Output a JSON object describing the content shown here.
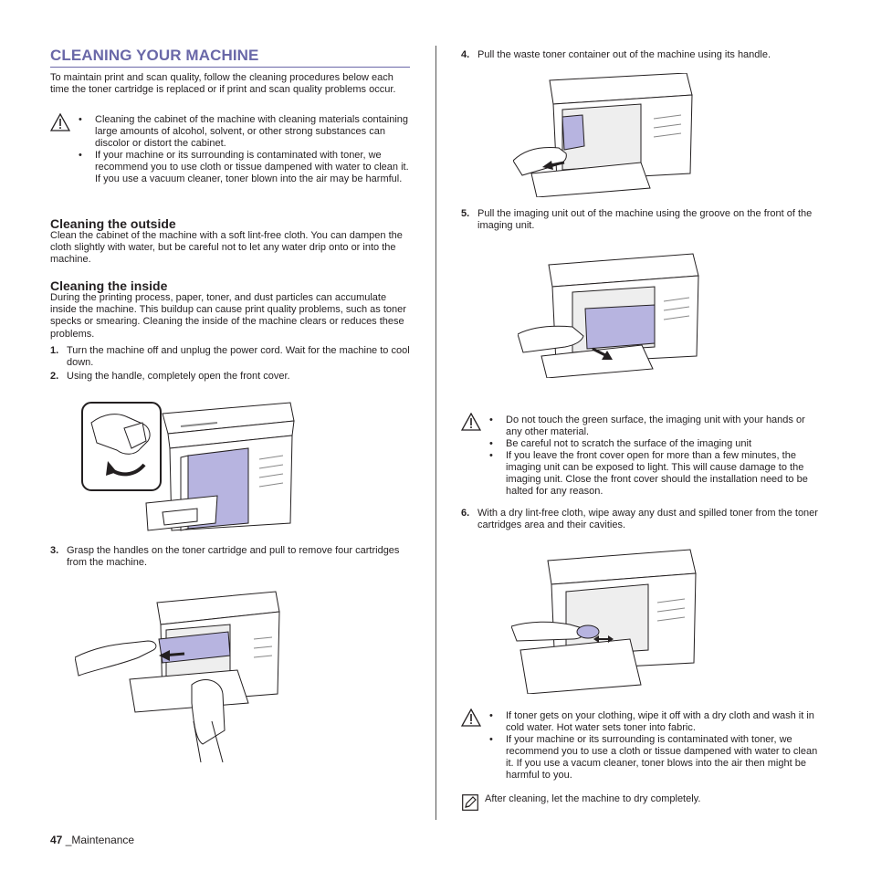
{
  "title": "CLEANING YOUR MACHINE",
  "intro": "To maintain print and scan quality, follow the cleaning procedures below each time the toner cartridge is replaced or if print and scan quality problems occur.",
  "caution1": {
    "bullets": [
      "Cleaning the cabinet of the machine with cleaning materials containing large amounts of alcohol, solvent, or other strong substances can discolor or distort the cabinet.",
      "If your machine or its surrounding is contaminated with toner, we recommend you to use cloth or tissue dampened with water to clean it. If you use a vacuum cleaner, toner blown into the air may be harmful."
    ]
  },
  "outside": {
    "heading": "Cleaning the outside",
    "text": "Clean the cabinet of the machine with a soft lint-free cloth. You can dampen the cloth slightly with water, but be careful not to let any water drip onto or into the machine."
  },
  "inside": {
    "heading": "Cleaning the inside",
    "text": "During the printing process, paper, toner, and dust particles can accumulate inside the machine. This buildup can cause print quality problems, such as toner specks or smearing. Cleaning the inside of the machine clears or reduces these problems."
  },
  "steps": [
    {
      "num": "1.",
      "text": "Turn the machine off and unplug the power cord. Wait for the machine to cool down."
    },
    {
      "num": "2.",
      "text": "Using the handle, completely open the front cover."
    },
    {
      "num": "3.",
      "text": "Grasp the handles on the toner cartridge and pull to remove four cartridges from the machine."
    },
    {
      "num": "4.",
      "text": "Pull the waste toner container out of the machine using its handle."
    },
    {
      "num": "5.",
      "text": "Pull the imaging unit out of the machine using the groove on the front of the imaging unit."
    },
    {
      "num": "6.",
      "text": "With a dry lint-free cloth, wipe away any dust and spilled toner from the toner cartridges area and their cavities."
    }
  ],
  "caution2": {
    "bullets": [
      "Do not touch the green surface, the imaging unit with your hands or any other material.",
      "Be careful not to scratch the surface of the imaging unit",
      "If you leave the front cover open for more than a few minutes, the imaging unit can be exposed to light. This will cause damage to the imaging unit. Close the front cover should the installation need to be halted for any reason."
    ]
  },
  "caution3": {
    "bullets": [
      "If toner gets on your clothing, wipe it off with a dry cloth and wash it in cold water. Hot water sets toner into fabric.",
      "If your machine or its surrounding is contaminated with toner, we recommend you to use a cloth or tissue dampened with water to clean it. If you use a vacum cleaner, toner blows into the air then might be harmful to you."
    ]
  },
  "note": "After cleaning, let the machine to dry completely.",
  "footer": {
    "page": "47",
    "section": "_Maintenance"
  },
  "bullet_char": "•",
  "colors": {
    "accent": "#6a68a8",
    "highlight": "#b7b4e0",
    "text": "#231f20"
  },
  "icons": {
    "caution": "warning-triangle-icon",
    "note": "note-pencil-icon"
  }
}
